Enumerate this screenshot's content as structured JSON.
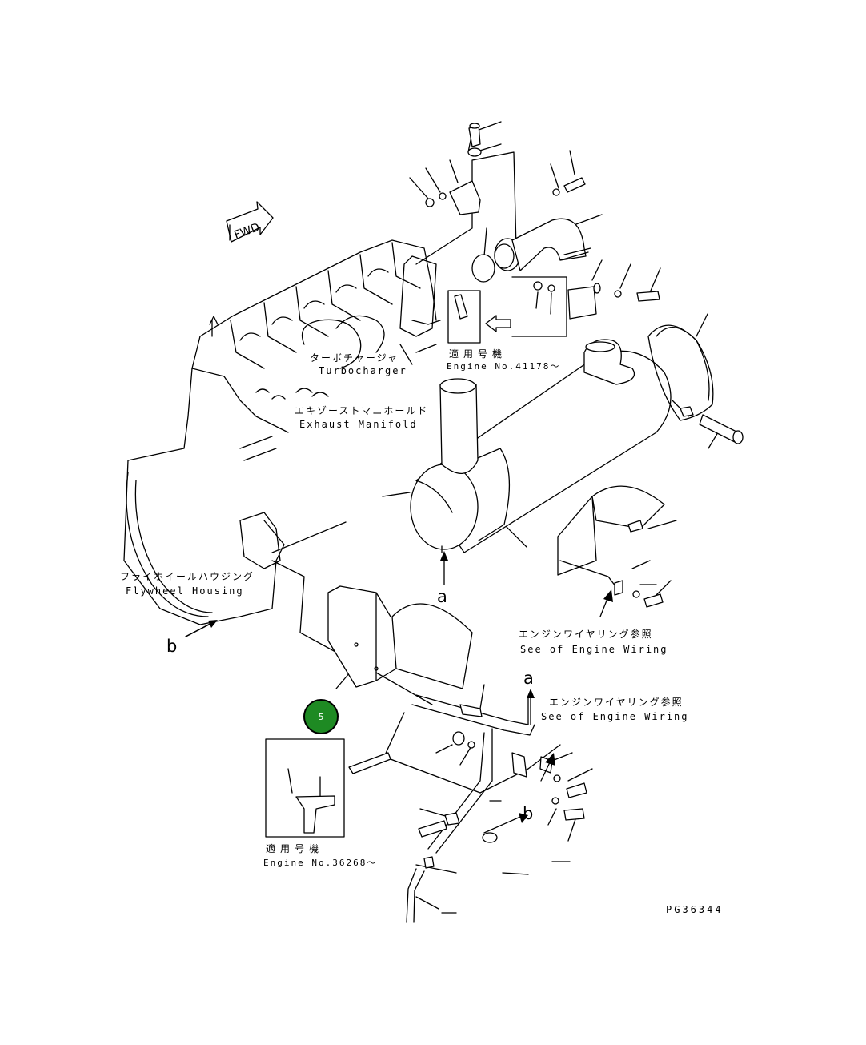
{
  "fwd_label": "FWD",
  "labels": {
    "turbocharger_jp": "ターボチャージャ",
    "turbocharger_en": "Turbocharger",
    "exhaust_manifold_jp": "エキゾーストマニホールド",
    "exhaust_manifold_en": "Exhaust Manifold",
    "flywheel_housing_jp": "フライホイールハウジング",
    "flywheel_housing_en": "Flywheel Housing",
    "engine_wiring_jp_1": "エンジンワイヤリング参照",
    "engine_wiring_en_1": "See of Engine Wiring",
    "engine_wiring_jp_2": "エンジンワイヤリング参照",
    "engine_wiring_en_2": "See of Engine Wiring",
    "applicable_jp_1": "適用号機",
    "applicable_en_1": "Engine No.41178～",
    "applicable_jp_2": "適用号機",
    "applicable_en_2": "Engine No.36268～"
  },
  "letters": {
    "a_muffler": "a",
    "a_pipe": "a",
    "b_housing": "b",
    "b_pipe": "b"
  },
  "marker": {
    "number": "5",
    "color": "#1e8a23"
  },
  "drawing_code": "PG36344"
}
